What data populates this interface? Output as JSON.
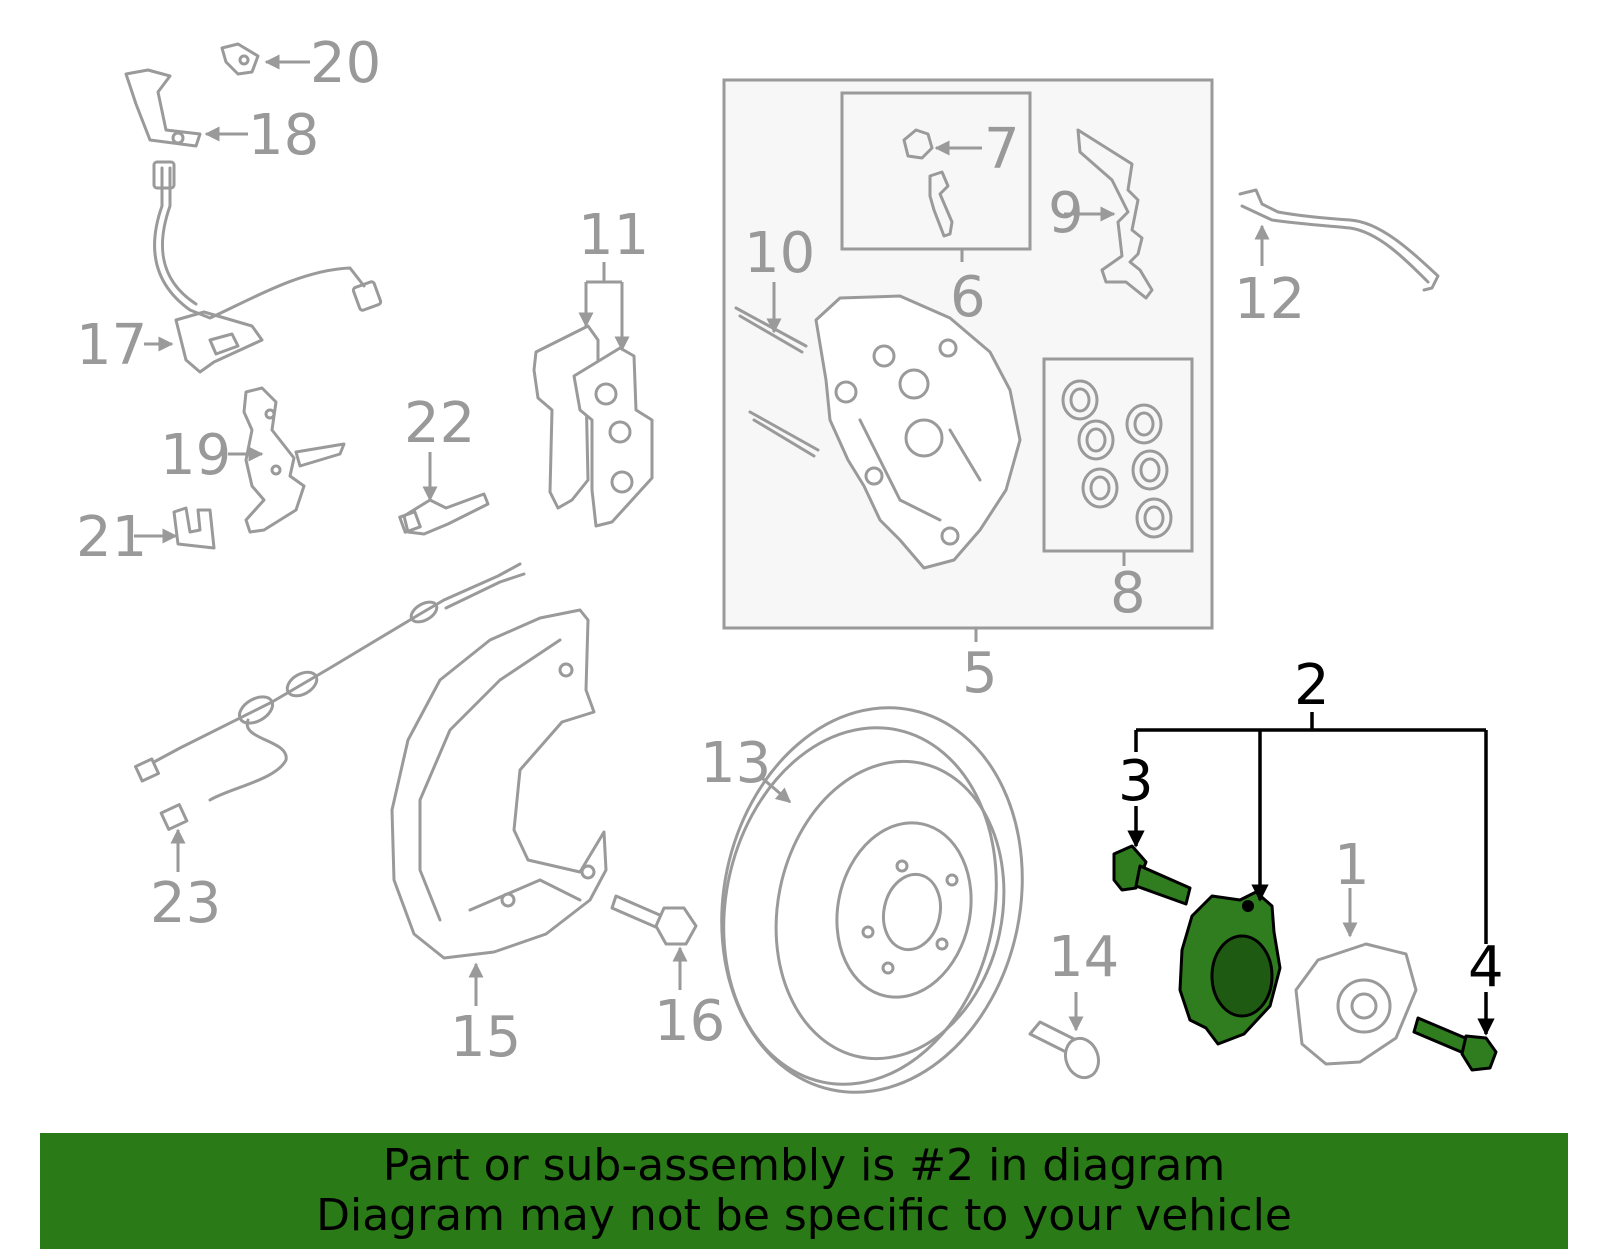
{
  "callouts": {
    "n1": "1",
    "n2": "2",
    "n3": "3",
    "n4": "4",
    "n5": "5",
    "n6": "6",
    "n7": "7",
    "n8": "8",
    "n9": "9",
    "n10": "10",
    "n11": "11",
    "n12": "12",
    "n13": "13",
    "n14": "14",
    "n15": "15",
    "n16": "16",
    "n17": "17",
    "n18": "18",
    "n19": "19",
    "n20": "20",
    "n21": "21",
    "n22": "22",
    "n23": "23"
  },
  "banner": {
    "line1": "Part or sub-assembly is #2 in diagram",
    "line2": "Diagram may not be specific to your vehicle"
  },
  "colors": {
    "highlight_fill": "#2f7d1e",
    "banner_bg": "#2a7a17",
    "part_gray": "#9a9a9a"
  }
}
